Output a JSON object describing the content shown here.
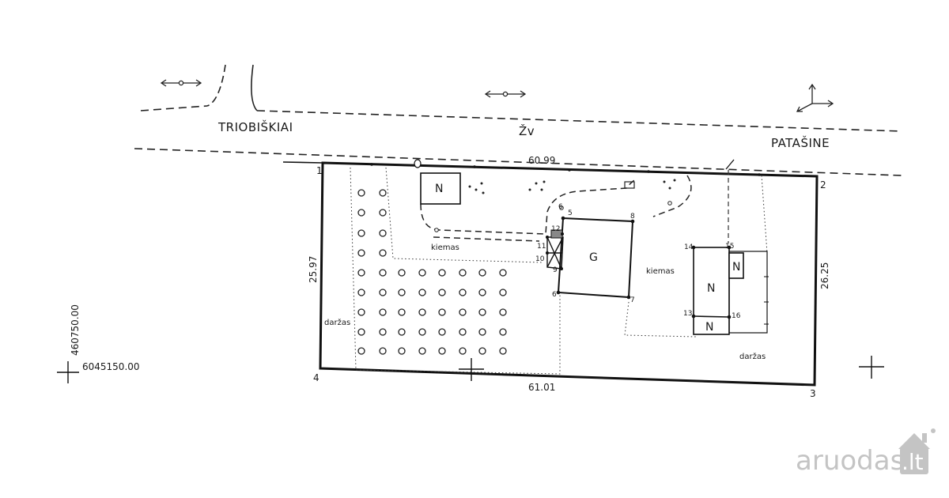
{
  "roads": {
    "left": "TRIOBIŠKIAI",
    "center": "Žv",
    "right": "PATAŠINE"
  },
  "dimensions": {
    "top": "60.99",
    "bottom": "61.01",
    "left": "25.97",
    "right": "26.25"
  },
  "corners": [
    "1",
    "2",
    "3",
    "4"
  ],
  "points": [
    "5",
    "6",
    "7",
    "8",
    "9",
    "10",
    "11",
    "12",
    "13",
    "14",
    "15",
    "16"
  ],
  "zones": {
    "yard": "kiemas",
    "garden": "daržas"
  },
  "buildings": {
    "main": "G",
    "outbuilding": "N"
  },
  "coordinates": {
    "vertical": "460750.00",
    "horizontal": "6045150.00"
  },
  "watermark": {
    "brand": "aruodas",
    "tld": ".lt"
  }
}
